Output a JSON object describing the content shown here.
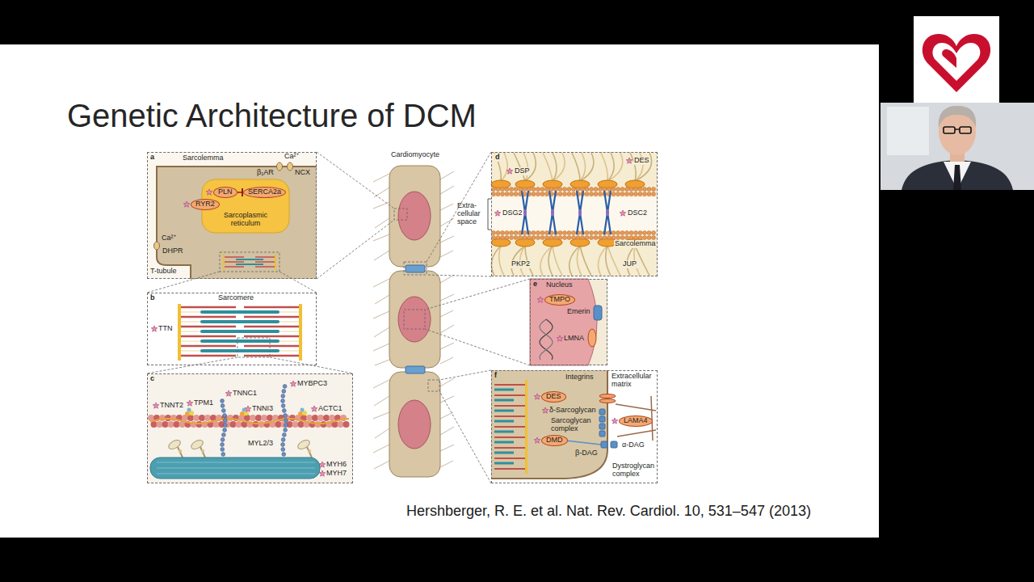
{
  "diagram": {
    "title": "Genetic Architecture of DCM",
    "caption": "Hershberger, R. E. et al. Nat. Rev. Cardiol. 10, 531–547 (2013)",
    "nodes": [
      {
        "text": [
          "a",
          "Sarcolemma"
        ]
      },
      {
        "text": [
          "Sarcoplasmic reticulum"
        ],
        "in": 0
      },
      {
        "text": [
          "PLN"
        ],
        "in": 1
      },
      {
        "text": [
          "SERCA2a"
        ],
        "in": 1
      },
      {
        "text": [
          "RYR2"
        ],
        "in": 0
      },
      {
        "text": [
          "b",
          "Sarcomere"
        ]
      },
      {
        "text": [
          "c"
        ]
      },
      {
        "text": [
          "d"
        ]
      },
      {
        "text": [
          "e",
          "Nucleus"
        ]
      },
      {
        "text": [
          "TMPO"
        ],
        "in": 8
      },
      {
        "text": [
          "f"
        ]
      },
      {
        "text": [
          "DES"
        ],
        "in": 10
      },
      {
        "text": [
          "DMD"
        ],
        "in": 10
      },
      {
        "text": [
          "LAMA4"
        ],
        "in": 10
      }
    ],
    "edges": [
      {
        "from": 2,
        "to": 3,
        "arrow": "to"
      }
    ],
    "labels": [
      "Cardiomyocyte",
      "β₁AR",
      "Ca²⁺",
      "NCX",
      "Ca²⁺",
      "DHPR",
      "T-tubule",
      "TTN",
      "TNNT2",
      "TPM1",
      "TNNC1",
      "TNNI3",
      "MYBPC3",
      "ACTC1",
      "MYL2/3",
      "MYH6",
      "MYH7",
      "DSP",
      "DES",
      "Extra-cellular space",
      "DSG2",
      "DSC2",
      "Sarcolemma",
      "PKP2",
      "JUP",
      "Emerin",
      "LMNA",
      "Integrins",
      "Extracellular matrix",
      "δ-Sarcoglycan",
      "Sarcoglycan complex",
      "β-DAG",
      "α-DAG",
      "Dystroglycan complex"
    ]
  }
}
